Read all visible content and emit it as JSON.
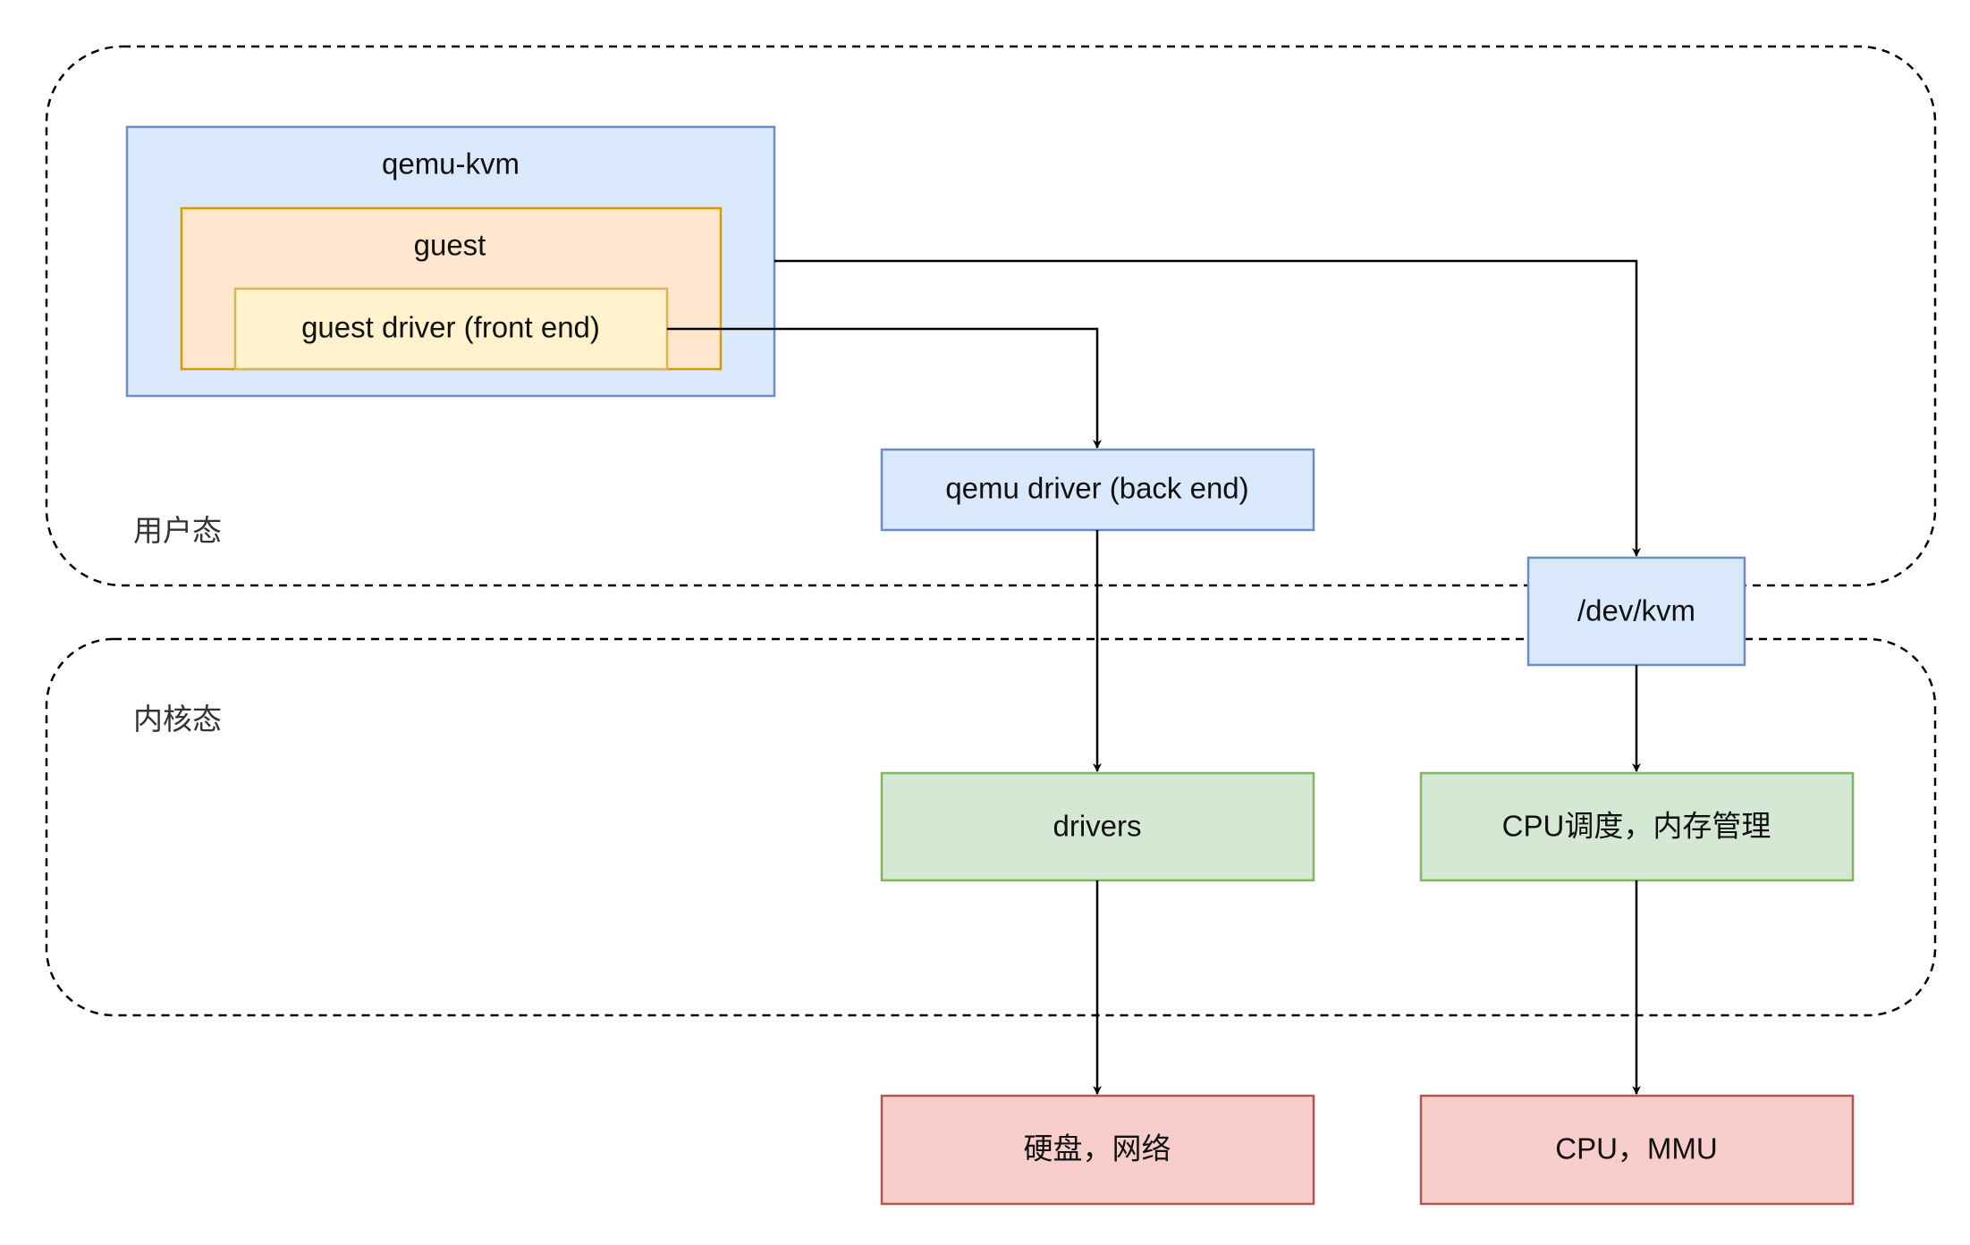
{
  "zones": {
    "user": {
      "label": "用户态"
    },
    "kernel": {
      "label": "内核态"
    }
  },
  "boxes": {
    "qemu_kvm": {
      "label": "qemu-kvm"
    },
    "guest": {
      "label": "guest"
    },
    "guest_driver": {
      "label": "guest driver (front end)"
    },
    "qemu_driver": {
      "label": "qemu driver (back end)"
    },
    "dev_kvm": {
      "label": "/dev/kvm"
    },
    "drivers": {
      "label": "drivers"
    },
    "cpu_sched": {
      "label": "CPU调度，内存管理"
    },
    "disk_net": {
      "label": "硬盘，网络"
    },
    "cpu_mmu": {
      "label": "CPU，MMU"
    }
  },
  "colors": {
    "blue_fill": "#dae8fc",
    "blue_stroke": "#6c8ebf",
    "orange_fill": "#ffe6cc",
    "orange_stroke": "#d79b00",
    "yellow_fill": "#fff2cc",
    "yellow_stroke": "#d6b656",
    "green_fill": "#d5e8d4",
    "green_stroke": "#82b366",
    "red_fill": "#f8cecc",
    "red_stroke": "#b85450"
  }
}
